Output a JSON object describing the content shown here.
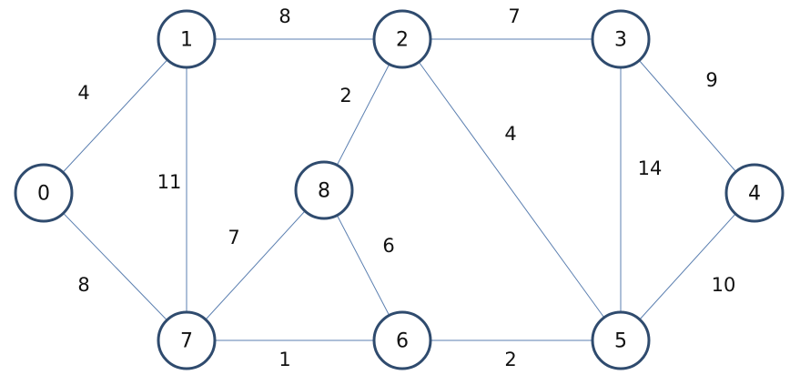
{
  "graph": {
    "nodes": [
      {
        "id": "0",
        "label": "0"
      },
      {
        "id": "1",
        "label": "1"
      },
      {
        "id": "2",
        "label": "2"
      },
      {
        "id": "3",
        "label": "3"
      },
      {
        "id": "4",
        "label": "4"
      },
      {
        "id": "5",
        "label": "5"
      },
      {
        "id": "6",
        "label": "6"
      },
      {
        "id": "7",
        "label": "7"
      },
      {
        "id": "8",
        "label": "8"
      }
    ],
    "edges": [
      {
        "from": "0",
        "to": "1",
        "weight": "4"
      },
      {
        "from": "0",
        "to": "7",
        "weight": "8"
      },
      {
        "from": "1",
        "to": "2",
        "weight": "8"
      },
      {
        "from": "1",
        "to": "7",
        "weight": "11"
      },
      {
        "from": "2",
        "to": "3",
        "weight": "7"
      },
      {
        "from": "2",
        "to": "8",
        "weight": "2"
      },
      {
        "from": "2",
        "to": "5",
        "weight": "4"
      },
      {
        "from": "3",
        "to": "4",
        "weight": "9"
      },
      {
        "from": "3",
        "to": "5",
        "weight": "14"
      },
      {
        "from": "4",
        "to": "5",
        "weight": "10"
      },
      {
        "from": "5",
        "to": "6",
        "weight": "2"
      },
      {
        "from": "6",
        "to": "7",
        "weight": "1"
      },
      {
        "from": "6",
        "to": "8",
        "weight": "6"
      },
      {
        "from": "7",
        "to": "8",
        "weight": "7"
      }
    ],
    "colors": {
      "node_stroke": "#2f4b6e",
      "edge_stroke": "#5b7fb0",
      "text": "#111111"
    }
  }
}
